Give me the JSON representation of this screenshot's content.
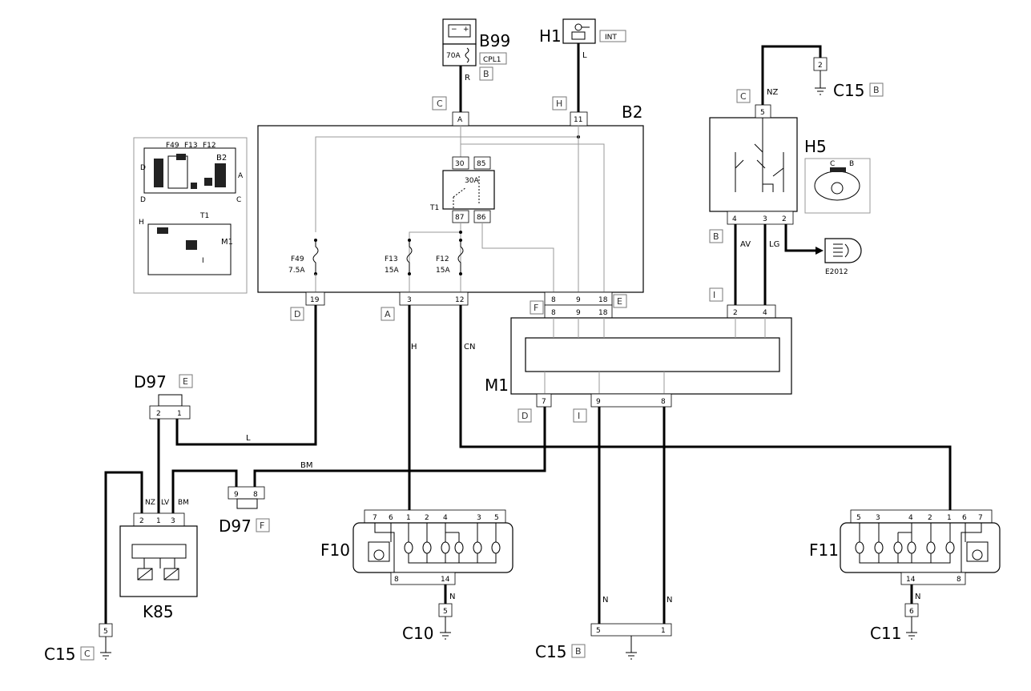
{
  "components": {
    "b99": {
      "code": "B99",
      "fuse": "70A",
      "tag": "CPL1",
      "conn": "B"
    },
    "h1": {
      "code": "H1",
      "tag": "INT"
    },
    "b2": {
      "code": "B2",
      "fuses": [
        {
          "name": "F49",
          "rating": "7.5A"
        },
        {
          "name": "F13",
          "rating": "15A"
        },
        {
          "name": "F12",
          "rating": "15A"
        }
      ],
      "relay": {
        "rating": "30A",
        "label": "T1",
        "pins": [
          "30",
          "85",
          "87",
          "86"
        ]
      }
    },
    "h5": {
      "code": "H5",
      "inset_labels": [
        "C",
        "B"
      ]
    },
    "e2012": {
      "code": "E2012"
    },
    "m1": {
      "code": "M1"
    },
    "d97_top": {
      "code": "D97",
      "conn": "E",
      "pins": [
        "2",
        "1"
      ]
    },
    "d97_bottom": {
      "code": "D97",
      "conn": "F",
      "pins": [
        "9",
        "8"
      ]
    },
    "k85": {
      "code": "K85",
      "pins": [
        "2",
        "1",
        "3"
      ]
    },
    "f10": {
      "code": "F10",
      "top_pins": [
        "7",
        "6",
        "1",
        "2",
        "4",
        "3",
        "5"
      ],
      "bottom_pins": [
        "8",
        "14"
      ]
    },
    "f11": {
      "code": "F11",
      "top_pins": [
        "5",
        "3",
        "4",
        "2",
        "1",
        "6",
        "7"
      ],
      "bottom_pins": [
        "14",
        "8"
      ]
    }
  },
  "grounds": {
    "c15_top": {
      "code": "C15",
      "conn": "B",
      "pin": "2"
    },
    "c15_left": {
      "code": "C15",
      "conn": "C",
      "pin": "5"
    },
    "c10": {
      "code": "C10",
      "pin": "5"
    },
    "c15_mid": {
      "code": "C15",
      "conn": "B",
      "pins": [
        "5",
        "1"
      ]
    },
    "c11": {
      "code": "C11",
      "pin": "6"
    }
  },
  "connectors": {
    "b2_top": [
      "A",
      "11"
    ],
    "b2_bottom": [
      "19",
      "3",
      "12",
      "8",
      "9",
      "18"
    ],
    "m1_top": [
      "8",
      "9",
      "18",
      "2",
      "4"
    ],
    "m1_bottom": [
      "7",
      "9",
      "8"
    ],
    "h5_top": "5",
    "h5_bottom": [
      "4",
      "3",
      "2"
    ]
  },
  "connector_letters": [
    "C",
    "H",
    "C",
    "D",
    "A",
    "F",
    "E",
    "B",
    "I",
    "D",
    "I"
  ],
  "wire_colors": {
    "b99": "R",
    "h1": "L",
    "h5_top": "NZ",
    "h5_av": "AV",
    "h5_lg": "LG",
    "f13": "H",
    "f12": "CN",
    "d97_l": "L",
    "bm": "BM",
    "k85_nz": "NZ",
    "k85_lv": "LV",
    "k85_bm": "BM",
    "c10": "N",
    "m1_9": "N",
    "m1_8": "N",
    "c11": "N"
  },
  "location_inset": {
    "fuse_labels": [
      "F49",
      "F13",
      "F12"
    ],
    "side_labels": [
      "D",
      "A",
      "D",
      "C",
      "H",
      "I"
    ],
    "block": "B2",
    "relay": "T1",
    "module": "M1"
  }
}
